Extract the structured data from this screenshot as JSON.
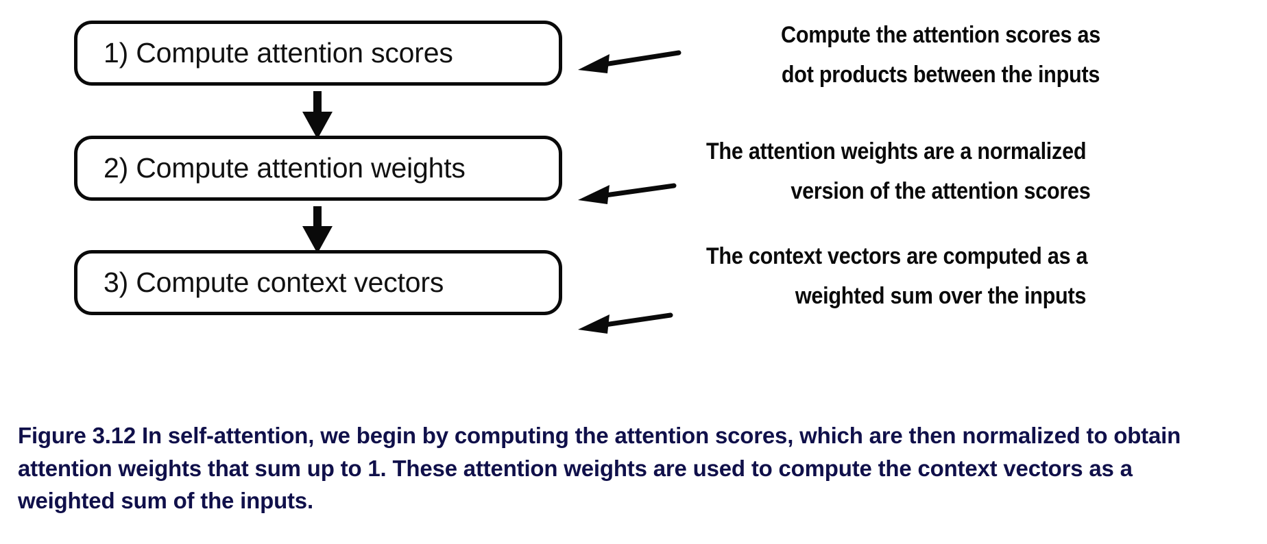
{
  "figure": {
    "steps": [
      {
        "label": "1) Compute attention scores"
      },
      {
        "label": "2) Compute attention weights"
      },
      {
        "label": "3) Compute context vectors"
      }
    ],
    "annotations": [
      {
        "lines": [
          "Compute the attention scores as",
          "dot products between the inputs"
        ]
      },
      {
        "lines": [
          "The attention weights are a normalized",
          "version of the attention scores"
        ]
      },
      {
        "lines": [
          "The context vectors are computed as a",
          "weighted sum over the inputs"
        ]
      }
    ],
    "caption": {
      "lines": [
        "Figure 3.12 In self-attention, we begin by computing the attention scores, which are then normalized to obtain",
        "attention weights that sum up to 1. These attention weights are used to compute the context vectors as a",
        "weighted sum of the inputs."
      ]
    },
    "colors": {
      "caption_text": "#10104a",
      "box_border": "#0a0a0a",
      "box_fill": "#ffffff",
      "annotation_text": "#0a0a0a",
      "arrow": "#0a0a0a"
    },
    "icons": {
      "down_arrow": "down-arrow-icon",
      "callout_arrow": "left-pointing-arrow-icon"
    }
  }
}
